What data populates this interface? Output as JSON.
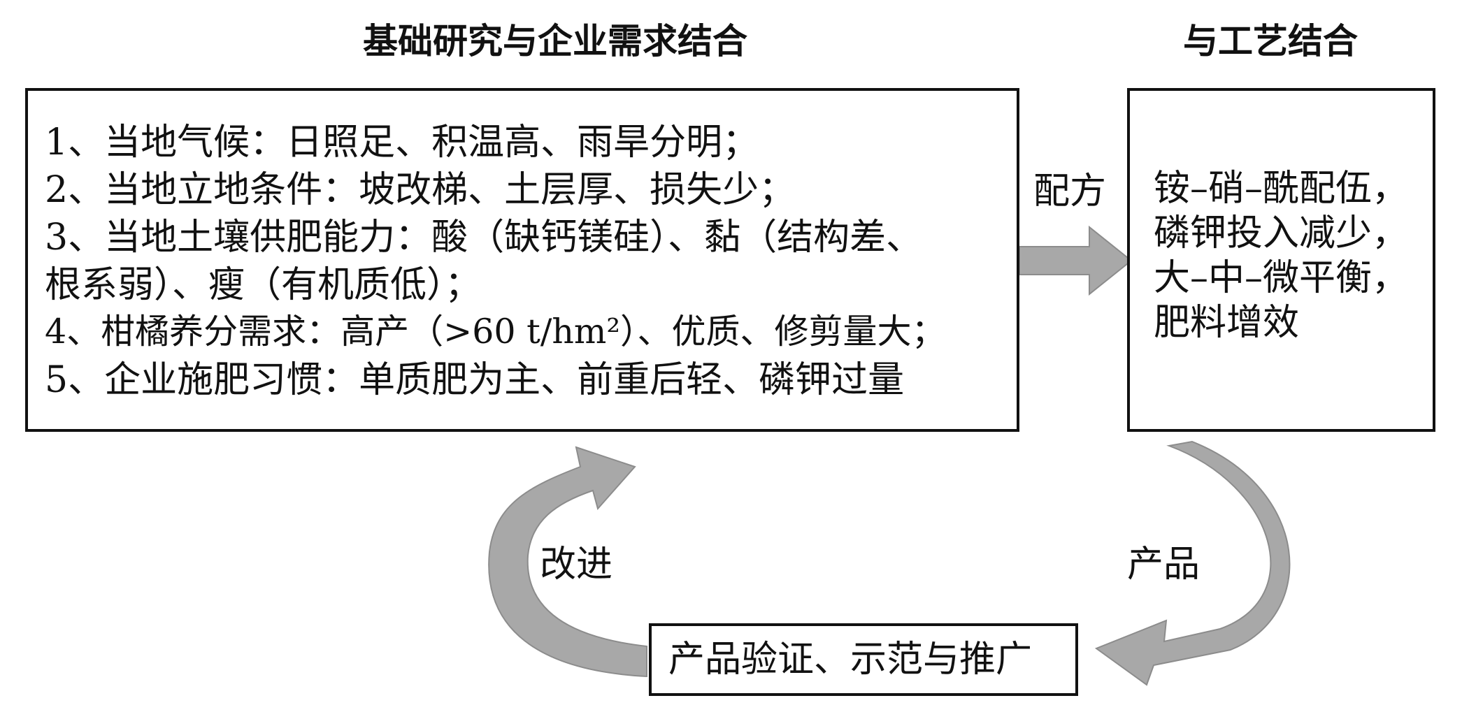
{
  "headings": {
    "left": "基础研究与企业需求结合",
    "right": "与工艺结合"
  },
  "research_box": {
    "lines": [
      "1、当地气候：日照足、积温高、雨旱分明；",
      "2、当地立地条件：坡改梯、土层厚、损失少；",
      "3、当地土壤供肥能力：酸（缺钙镁硅）、黏（结构差、",
      "根系弱）、瘦（有机质低）；",
      "4、柑橘养分需求：高产（>60 t/hm²）、优质、修剪量大；",
      "5、企业施肥习惯：单质肥为主、前重后轻、磷钾过量"
    ]
  },
  "process_box": {
    "lines": [
      "铵–硝–酰配伍，",
      "磷钾投入减少，",
      "大–中–微平衡，",
      "肥料增效"
    ]
  },
  "bottom_box": {
    "label": "产品验证、示范与推广"
  },
  "arrow_labels": {
    "formula": "配方",
    "product": "产品",
    "improve": "改进"
  },
  "colors": {
    "arrow_fill": "#a8a8a8",
    "arrow_stroke": "#8c8c8c",
    "border": "#111111"
  }
}
